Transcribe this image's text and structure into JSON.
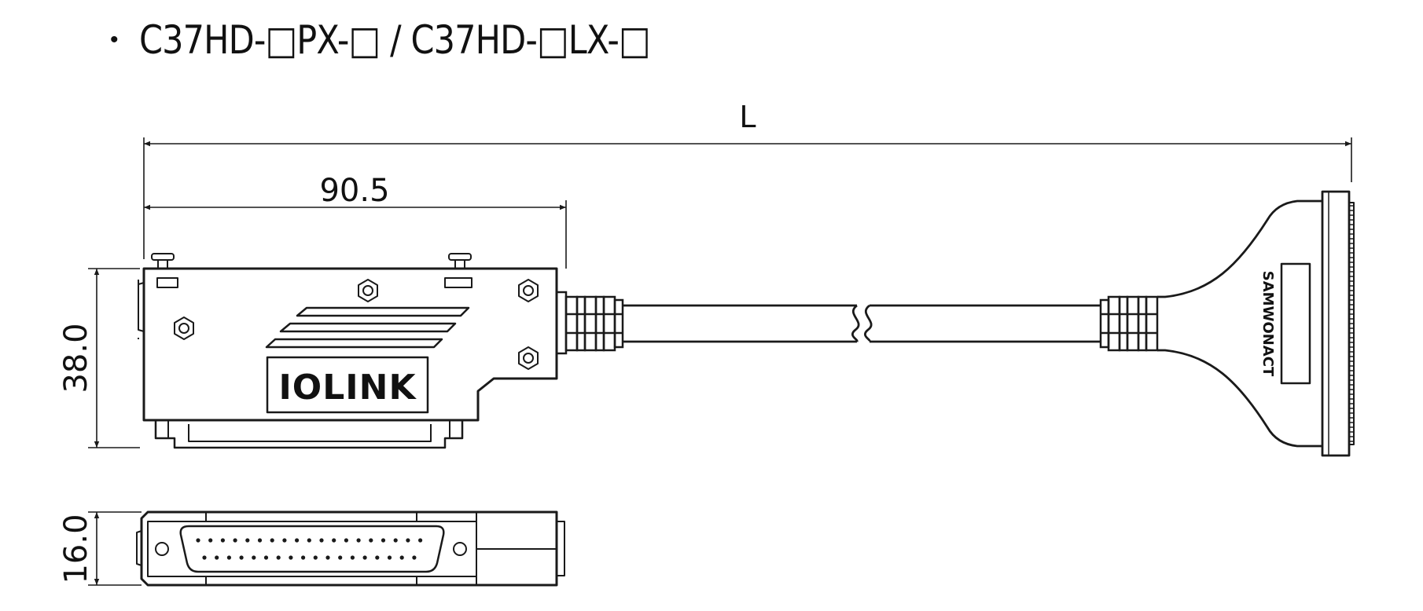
{
  "title": "C37HD-□PX-□ / C37HD-□LX-□",
  "dimensions": {
    "overall_length": "L",
    "connector_length": "90.5",
    "connector_height": "38.0",
    "connector_thickness": "16.0"
  },
  "labels": {
    "hood_logo": "IOLINK",
    "plug_logo": "SAMWONACT"
  },
  "colors": {
    "line": "#1a1a1a",
    "background": "#ffffff"
  }
}
